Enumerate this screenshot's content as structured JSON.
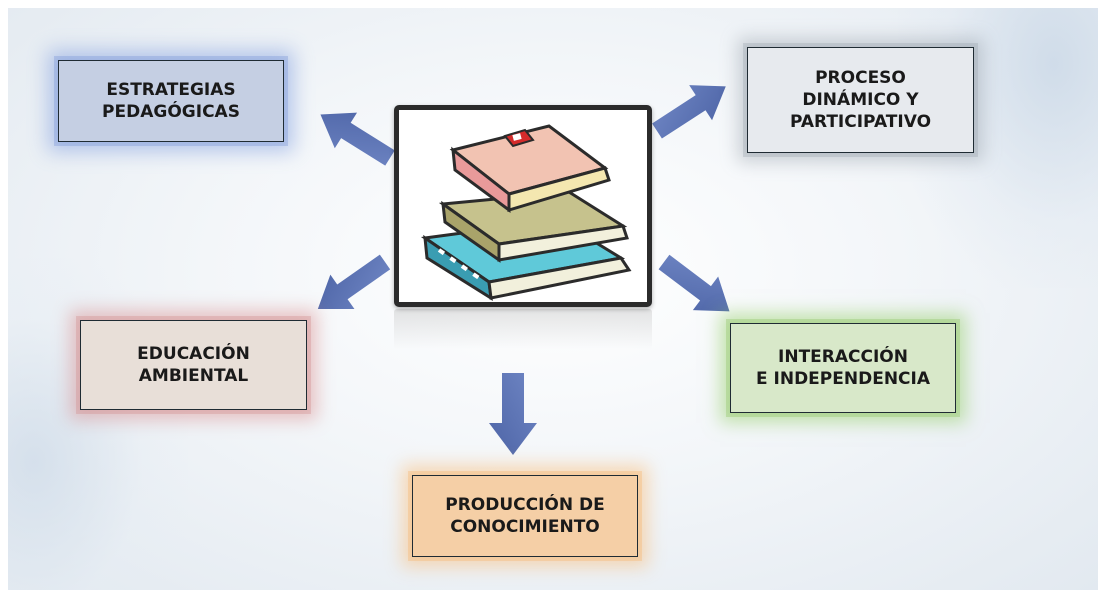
{
  "diagram": {
    "center": {
      "image": "stack-of-books-icon"
    },
    "nodes": [
      {
        "id": "estrategias",
        "text": "ESTRATEGIAS\nPEDAGÓGICAS",
        "color": "#c5cfe3",
        "glow": "#6e91dc"
      },
      {
        "id": "proceso",
        "text": "PROCESO\nDINÁMICO Y\nPARTICIPATIVO",
        "color": "#e7eaee",
        "glow": "#8c96a0"
      },
      {
        "id": "educacion",
        "text": "EDUCACIÓN\nAMBIENTAL",
        "color": "#e8dfd8",
        "glow": "#d78282"
      },
      {
        "id": "interaccion",
        "text": "INTERACCIÓN\nE INDEPENDENCIA",
        "color": "#d8e8c9",
        "glow": "#91cd64"
      },
      {
        "id": "produccion",
        "text": "PRODUCCIÓN DE\nCONOCIMIENTO",
        "color": "#f5cfa6",
        "glow": "#fab464"
      }
    ],
    "arrow_color": "#5b72b3"
  }
}
